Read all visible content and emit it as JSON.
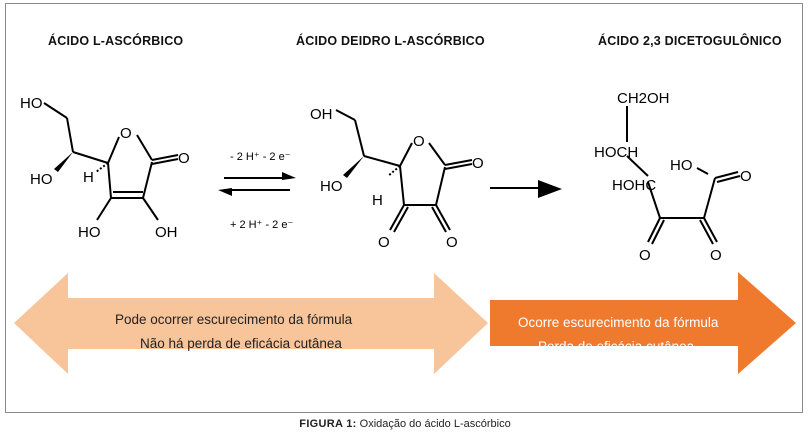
{
  "titles": {
    "left": "ÁCIDO L-ASCÓRBICO",
    "middle": "ÁCIDO DEIDRO L-ASCÓRBICO",
    "right": "ÁCIDO 2,3 DICETOGULÔNICO"
  },
  "reaction": {
    "forward": "- 2 H⁺ - 2 e⁻",
    "reverse": "+ 2 H⁺ - 2 e⁻"
  },
  "mol1": {
    "HO_top": "HO",
    "HO_mid": "HO",
    "H": "H",
    "O_ring": "O",
    "O_carbonyl": "O",
    "OH_left": "HO",
    "OH_right": "OH"
  },
  "mol2": {
    "OH_top": "OH",
    "HO_mid": "HO",
    "H": "H",
    "O_ring": "O",
    "O_carbonyl": "O",
    "O_left": "O",
    "O_right": "O"
  },
  "mol3": {
    "CH2OH": "CH2OH",
    "HOCH1": "HOCH",
    "HOCH2": "HOHC",
    "HO": "HO",
    "O_acid": "O",
    "O_left": "O",
    "O_right": "O"
  },
  "banners": {
    "left": {
      "line1": "Pode ocorrer escurecimento da fórmula",
      "line2": "Não há perda de eficácia cutânea",
      "color": "#F8C49A"
    },
    "right": {
      "line1": "Ocorre escurecimento da fórmula",
      "line2": "Perda de eficácia cutânea",
      "color": "#EF7A2E"
    }
  },
  "caption": {
    "label": "FIGURA 1:",
    "text": "Oxidação do ácido L-ascórbico"
  }
}
